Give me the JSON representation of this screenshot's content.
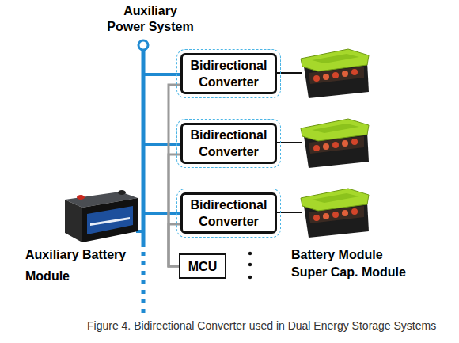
{
  "diagram": {
    "caption": "Figure 4. Bidirectional Converter used in Dual Energy Storage Systems",
    "nodes": [
      {
        "text": [
          "Bidirectional Converter"
        ]
      },
      {
        "text": [
          "Bidirectional Converter"
        ]
      },
      {
        "text": [
          "Bidirectional Converter"
        ]
      },
      {
        "text": [
          "MCU"
        ]
      }
    ],
    "edges": [
      {
        "from": 3,
        "to": 0,
        "arrow": "none"
      },
      {
        "from": 3,
        "to": 1,
        "arrow": "none"
      },
      {
        "from": 3,
        "to": 2,
        "arrow": "none"
      }
    ],
    "labels": [
      "Auxiliary Power System",
      "Auxiliary Battery Module",
      "Battery Module",
      "Super Cap. Module"
    ]
  }
}
